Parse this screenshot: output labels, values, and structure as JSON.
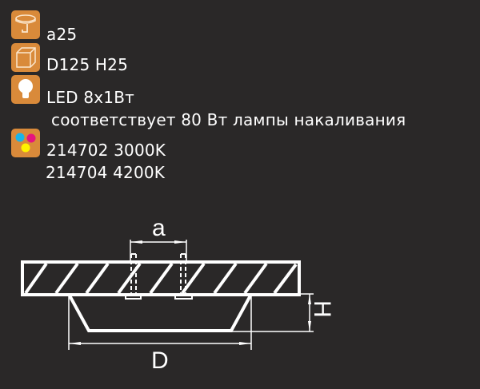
{
  "specs": {
    "mount": {
      "icon": "ceiling-mount-icon",
      "text": "a25"
    },
    "dimensions": {
      "icon": "box-dimensions-icon",
      "text": "D125 H25"
    },
    "lamp": {
      "icon": "light-bulb-icon",
      "text": "LED 8x1Вт",
      "note": "соответствует 80 Вт лампы накаливания"
    },
    "color_temperature": {
      "icon": "color-dots-icon",
      "items": [
        "214702 3000K",
        "214704 4200K"
      ]
    }
  },
  "diagram": {
    "labels": {
      "a": "a",
      "D": "D",
      "H": "H"
    }
  },
  "colors": {
    "background": "#2a2828",
    "icon_bg": "#d98a3a",
    "text": "#ffffff",
    "dot_cyan": "#1ab4e8",
    "dot_magenta": "#e6147f",
    "dot_yellow": "#fff200"
  }
}
